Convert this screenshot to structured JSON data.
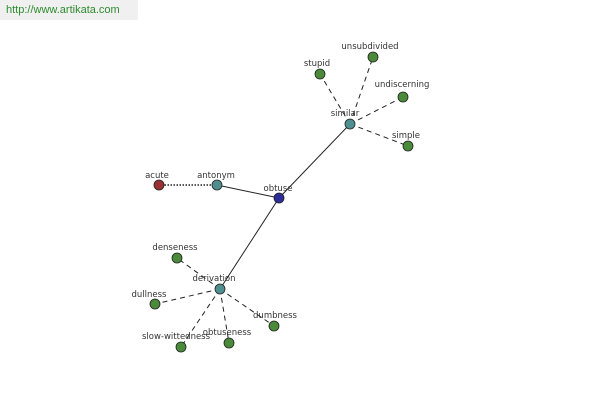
{
  "watermark": "http://www.artikata.com",
  "colors": {
    "center": "#2c2c9a",
    "relation": "#4f8f8f",
    "word": "#4a8a3a",
    "antonym_word": "#9a3030",
    "stroke": "#222222"
  },
  "nodes": {
    "obtuse": "obtuse",
    "antonym": "antonym",
    "acute": "acute",
    "similar": "similar",
    "stupid": "stupid",
    "unsubdivided": "unsubdivided",
    "undiscerning": "undiscerning",
    "simple": "simple",
    "derivation": "derivation",
    "denseness": "denseness",
    "dullness": "dullness",
    "slow_wittedness": "slow-wittedness",
    "obtuseness": "obtuseness",
    "dumbness": "dumbness"
  }
}
